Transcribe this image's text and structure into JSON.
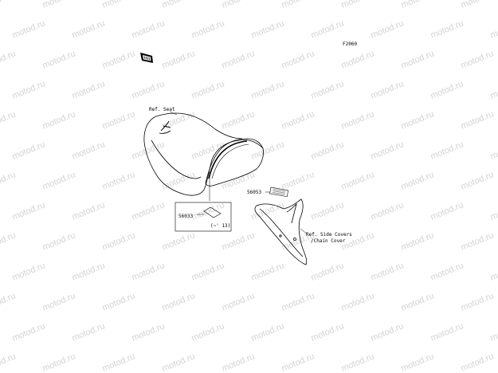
{
  "diagram": {
    "code": "F2060",
    "watermark": "motod.ru",
    "callouts": {
      "ref_seat": "Ref. Seat",
      "part_56033": "56033",
      "part_56033_note": "(~' 13)",
      "part_56053": "56053",
      "ref_side_covers_line1": "Ref. Side Covers",
      "ref_side_covers_line2": "/Chain Cover"
    },
    "badge_glyph": "MW"
  }
}
